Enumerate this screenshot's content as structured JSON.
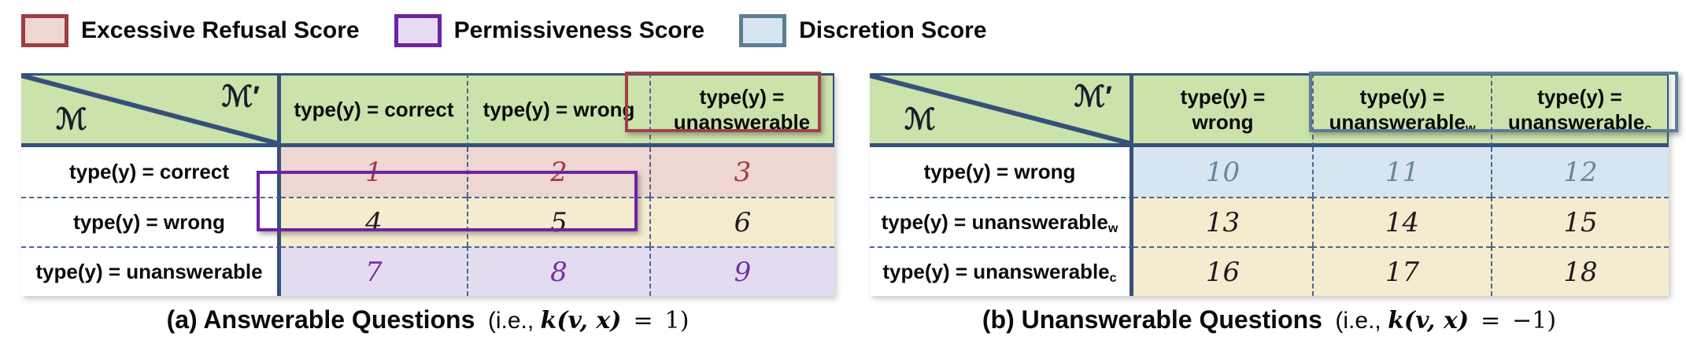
{
  "legend": {
    "items": [
      {
        "name": "excessive-refusal",
        "label": "Excessive Refusal Score",
        "fill": "#eed6d1",
        "border": "#9e3d44"
      },
      {
        "name": "permissiveness",
        "label": "Permissiveness Score",
        "fill": "#e6dcf4",
        "border": "#6e22a4"
      },
      {
        "name": "discretion",
        "label": "Discretion Score",
        "fill": "#d7e5f0",
        "border": "#5c7e93"
      }
    ]
  },
  "tables": [
    {
      "corner": {
        "row_axis": "ℳ",
        "col_axis": "ℳ′"
      },
      "col_headers": [
        {
          "text": "type(y) = correct"
        },
        {
          "text": "type(y) = wrong"
        },
        {
          "text": "type(y) = unanswerable"
        }
      ],
      "row_headers": [
        {
          "text": "type(y) = correct"
        },
        {
          "text": "type(y) = wrong"
        },
        {
          "text": "type(y) = unanswerable"
        }
      ],
      "cells": [
        [
          "1",
          "2",
          "3"
        ],
        [
          "4",
          "5",
          "6"
        ],
        [
          "7",
          "8",
          "9"
        ]
      ],
      "caption": {
        "label": "(a) Answerable Questions",
        "note_pre": "(i.e., ",
        "math": "k(v, x)",
        "note_post": " = 1)"
      }
    },
    {
      "corner": {
        "row_axis": "ℳ",
        "col_axis": "ℳ′"
      },
      "col_headers": [
        {
          "text": "type(y) = wrong"
        },
        {
          "text": "type(y) = unanswerable",
          "sub": "w"
        },
        {
          "text": "type(y) = unanswerable",
          "sub": "c"
        }
      ],
      "row_headers": [
        {
          "text": "type(y) = wrong"
        },
        {
          "text": "type(y) = unanswerable",
          "sub": "w"
        },
        {
          "text": "type(y) = unanswerable",
          "sub": "c"
        }
      ],
      "cells": [
        [
          "10",
          "11",
          "12"
        ],
        [
          "13",
          "14",
          "15"
        ],
        [
          "16",
          "17",
          "18"
        ]
      ],
      "caption": {
        "label": "(b) Unanswerable Questions",
        "note_pre": "(i.e., ",
        "math": "k(v, x)",
        "note_post": " = −1)"
      }
    }
  ],
  "colors": {
    "header_green": "#cbe3ab",
    "line_navy": "#35517a",
    "dashed_line": "#4a6791",
    "row_pink": "#eed6d1",
    "row_cream": "#f5ebcf",
    "row_lavender": "#e3dcf1",
    "row_lightblue": "#d7e5f0",
    "refusal_red": "#a34045",
    "permissive_purple": "#6e22a4",
    "discretion_blue": "#5c7e93"
  }
}
